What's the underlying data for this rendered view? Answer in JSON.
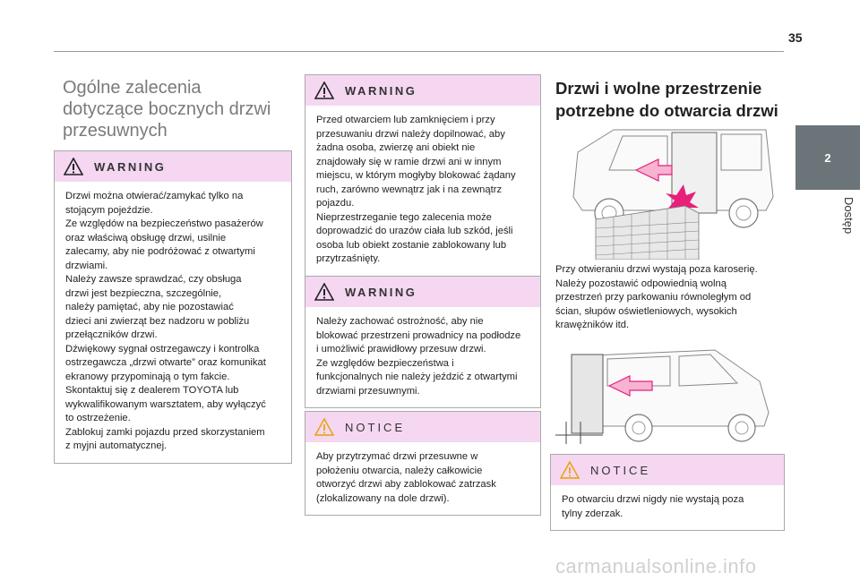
{
  "page": {
    "number": "35",
    "chapter_number": "2",
    "chapter_title": "Dostęp"
  },
  "col1": {
    "title": "Ogólne zalecenia\ndotyczące bocznych drzwi\nprzesuwnych",
    "warning": {
      "label": "WARNING",
      "text": "Drzwi można otwierać/zamykać tylko na\nstojącym pojeździe.\nZe względów na bezpieczeństwo pasażerów\noraz właściwą obsługę drzwi, usilnie\nzalecamy, aby nie podróżować z otwartymi\ndrzwiami.\nNależy zawsze sprawdzać, czy obsługa\ndrzwi jest bezpieczna, szczególnie,\nnależy pamiętać, aby nie pozostawiać\ndzieci ani zwierząt bez nadzoru w pobliżu\nprzełączników drzwi.\nDźwiękowy sygnał ostrzegawczy i kontrolka\nostrzegawcza „drzwi otwarte” oraz komunikat\nekranowy przypominają o tym fakcie.\nSkontaktuj się z dealerem TOYOTA lub\nwykwalifikowanym warsztatem, aby wyłączyć\nto ostrzeżenie.\nZablokuj zamki pojazdu przed skorzystaniem\nz myjni automatycznej."
    }
  },
  "col2": {
    "warning1": {
      "label": "WARNING",
      "text": "Przed otwarciem lub zamknięciem i przy\nprzesuwaniu drzwi należy dopilnować, aby\nżadna osoba, zwierzę ani obiekt nie\nznajdowały się w ramie drzwi ani w innym\nmiejscu, w którym mogłyby blokować żądany\nruch, zarówno wewnątrz jak i na zewnątrz\npojazdu.\nNieprzestrzeganie tego zalecenia może\ndoprowadzić do urazów ciała lub szkód, jeśli\nosoba lub obiekt zostanie zablokowany lub\nprzytrzaśnięty."
    },
    "warning2": {
      "label": "WARNING",
      "text": "Należy zachować ostrożność, aby nie\nblokować przestrzeni prowadnicy na podłodze\ni umożliwić prawidłowy przesuw drzwi.\nZe względów bezpieczeństwa i\nfunkcjonalnych nie należy jeździć z otwartymi\ndrzwiami przesuwnymi."
    },
    "notice": {
      "label": "NOTICE",
      "text": "Aby przytrzymać drzwi przesuwne w\npołożeniu otwarcia, należy całkowicie\notworzyć drzwi aby zablokować zatrzask\n(zlokalizowany na dole drzwi)."
    }
  },
  "col3": {
    "title": "Drzwi i wolne przestrzenie\npotrzebne do otwarcia drzwi",
    "paragraph": "Przy otwieraniu drzwi wystają poza karoserię.\nNależy pozostawić odpowiednią wolną\nprzestrzeń przy parkowaniu równoległym od\nścian, słupów oświetleniowych, wysokich\nkrawężników itd.",
    "notice": {
      "label": "NOTICE",
      "text": "Po otwarciu drzwi nigdy nie wystają poza\ntylny zderzak."
    }
  },
  "watermark": "carmanualsonline.info",
  "colors": {
    "box_header": "#f5d7f1",
    "side_tab": "#6b7478",
    "arrow": "#e8207a",
    "warning_icon": "#222222",
    "notice_icon": "#e8a000"
  }
}
